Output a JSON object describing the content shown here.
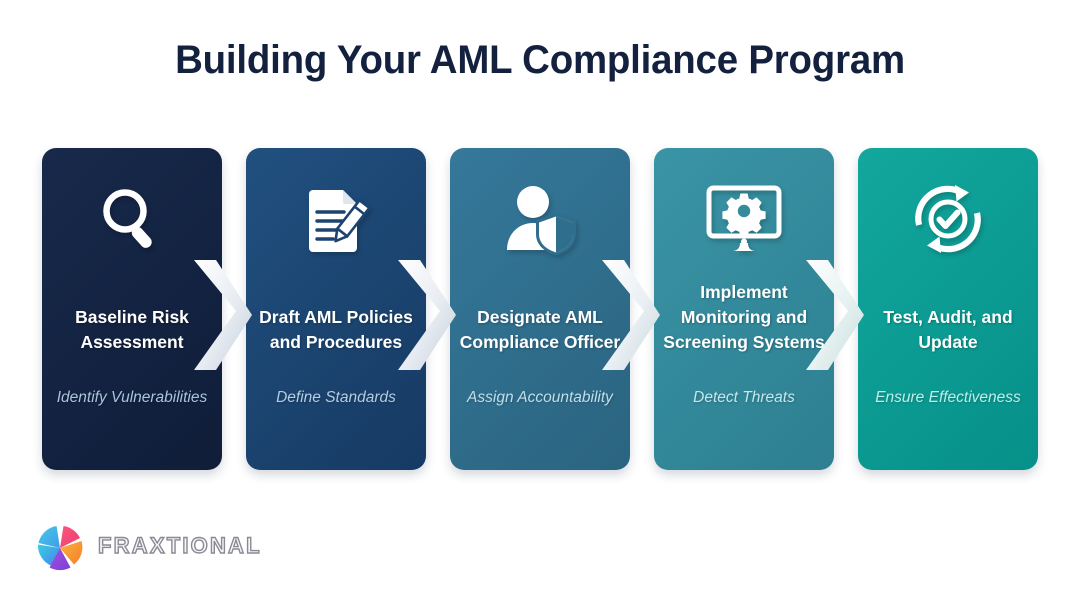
{
  "page": {
    "title": "Building Your AML Compliance Program",
    "background_color": "#ffffff",
    "title_color": "#13213f"
  },
  "steps": [
    {
      "title": "Baseline Risk Assessment",
      "subtitle": "Identify Vulnerabilities",
      "icon": "magnifying-glass-icon",
      "card_color": "#13213f",
      "subtitle_color": "#a9c4dd"
    },
    {
      "title": "Draft AML Policies and Procedures",
      "subtitle": "Define Standards",
      "icon": "document-pencil-icon",
      "card_color": "#1c4371",
      "subtitle_color": "#b3cde2"
    },
    {
      "title": "Designate AML Compliance Officer",
      "subtitle": "Assign Accountability",
      "icon": "person-shield-icon",
      "card_color": "#2f6e8c",
      "subtitle_color": "#bfdeea"
    },
    {
      "title": "Implement Monitoring and Screening Systems",
      "subtitle": "Detect Threats",
      "icon": "monitor-gear-icon",
      "card_color": "#338b9c",
      "subtitle_color": "#c5e7ec"
    },
    {
      "title": "Test, Audit, and Update",
      "subtitle": "Ensure Effectiveness",
      "icon": "refresh-check-icon",
      "card_color": "#0d9b94",
      "subtitle_color": "#bdeee9"
    }
  ],
  "connectors": [
    {
      "name": "chevron-arrow-1"
    },
    {
      "name": "chevron-arrow-2"
    },
    {
      "name": "chevron-arrow-3"
    },
    {
      "name": "chevron-arrow-4"
    }
  ],
  "logo": {
    "wordmark": "FRAXTIONAL",
    "mark_colors": [
      "#2ec5d8",
      "#f2497e",
      "#f79a2b",
      "#9b4fe0",
      "#3aa0e8"
    ]
  }
}
